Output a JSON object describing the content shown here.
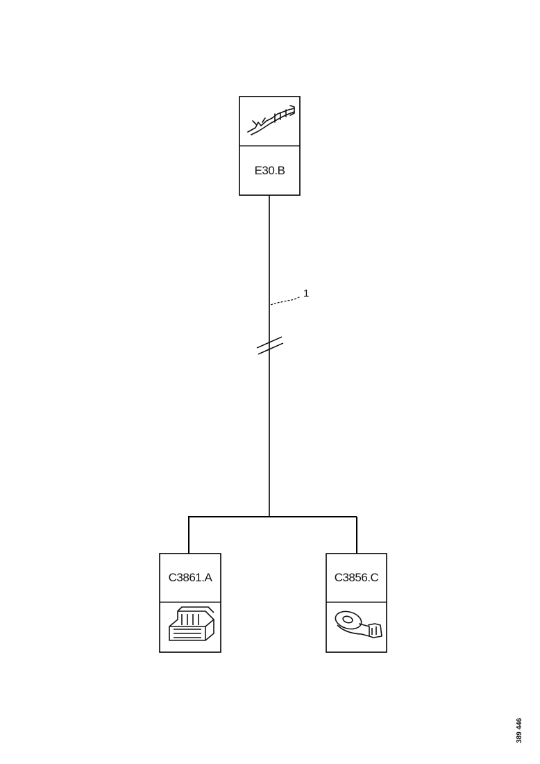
{
  "components": {
    "top": {
      "label": "E30.B",
      "icon": "terminal-pin-icon"
    },
    "left": {
      "label": "C3861.A",
      "icon": "multi-pin-connector-icon"
    },
    "right": {
      "label": "C3856.C",
      "icon": "ring-terminal-icon"
    }
  },
  "wire": {
    "number": "1"
  },
  "reference_id": "389 446"
}
